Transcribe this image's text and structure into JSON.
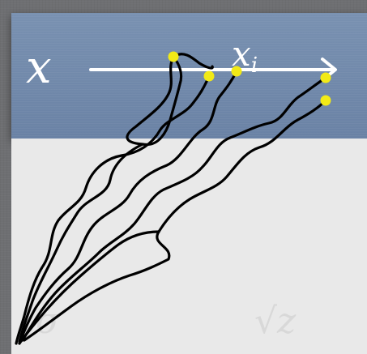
{
  "labels": {
    "x": "x",
    "x_i": "x",
    "x_i_subscript": "i",
    "faint_left": "σ",
    "faint_right": "√z"
  },
  "colors": {
    "band": "#6f87a9",
    "panel": "#e9e9e9",
    "background": "#6e6f72",
    "arrow": "#ffffff",
    "path": "#000000",
    "point": "#f2ea16"
  }
}
